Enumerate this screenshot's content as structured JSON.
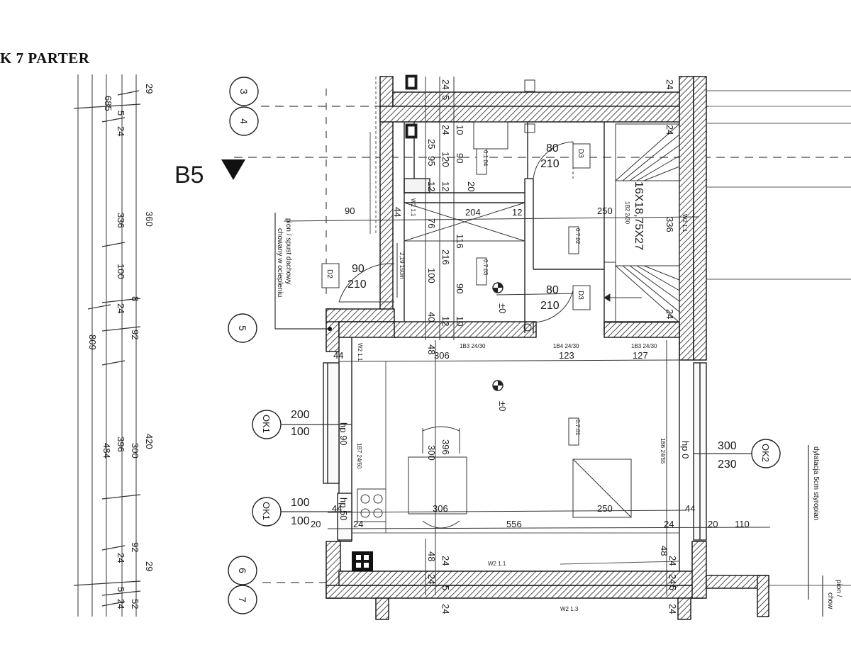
{
  "title": "K 7 PARTER",
  "section": {
    "label": "B5"
  },
  "axes": [
    "3",
    "4",
    "5",
    "6",
    "7"
  ],
  "room_tags": {
    "r104": "0.1.04",
    "r702": "0.7.02",
    "r703": "0.7.03",
    "r701": "0.7.01"
  },
  "door_tags": {
    "d3a": "D3",
    "d3b": "D3",
    "d2": "D2"
  },
  "window_tags": {
    "ok1a": "OK1",
    "ok1b": "OK1",
    "ok2": "OK2"
  },
  "openings": {
    "d3a": [
      "80",
      "210"
    ],
    "d3b": [
      "80",
      "210"
    ],
    "d2": [
      "90",
      "210"
    ],
    "ok1a": [
      "200",
      "100"
    ],
    "ok1b": [
      "100",
      "100"
    ],
    "ok2": [
      "300",
      "230"
    ]
  },
  "levels": {
    "a": "±0",
    "b": "±0"
  },
  "stairs": {
    "spec": "16X18,75X27"
  },
  "notes": {
    "pion_line1": "pion / spust dachowy",
    "pion_line2": "chowany w ociepleniu",
    "dylatacja": "dylatacja 5cm styropian",
    "pion_right_line1": "pion /",
    "pion_right_line2": "chow",
    "hp90": "hp 90",
    "hp0": "hp 0",
    "hp50": "hp 50"
  },
  "walls": {
    "w2_1": "W2 1.1",
    "w2_1b": "W2 1.1",
    "w2_1c": "W2 1.1",
    "w2_1d": "W2 1.1",
    "w2_13": "W2 1.3"
  },
  "lintels": {
    "a": "1B3 24/30",
    "b": "1B4 24/30",
    "c": "1B3 24/30",
    "d": "1B7 24/60",
    "e": "1B6 24/55",
    "f": "2,19 150m",
    "g": "1B2 2/30"
  },
  "dims_left": [
    "29",
    "685",
    "5",
    "24",
    "360",
    "336",
    "100",
    "8",
    "24",
    "92",
    "809",
    "420",
    "484",
    "300",
    "396",
    "24",
    "92",
    "29",
    "5",
    "24",
    "52"
  ],
  "dims_plan": {
    "w90": "90",
    "w44": "44",
    "w204": "204",
    "w12": "12",
    "w250": "250",
    "w76": "76",
    "w116": "116",
    "w216": "216",
    "w100": "100",
    "w90b": "90",
    "w40": "40",
    "w12b": "12",
    "w10": "10",
    "w44b": "44",
    "w48": "48",
    "w306": "306",
    "w123": "123",
    "w127": "127",
    "w396": "396",
    "w300": "300",
    "w306b": "306",
    "w250b": "250",
    "w44c": "44",
    "w44d": "44",
    "w20": "20",
    "w24": "24",
    "w556": "556",
    "w24b": "24",
    "w20b": "20",
    "w110": "110",
    "w48b": "48",
    "w24c": "24",
    "w48c": "48",
    "w24d": "24",
    "w25": "25",
    "w95": "95",
    "w120": "120",
    "w90c": "90",
    "w20c": "20",
    "w12c": "12",
    "w12d": "12",
    "w24e": "24",
    "w5": "5",
    "w10b": "10",
    "w24f": "24",
    "w24g": "24",
    "w336": "336",
    "w24h": "24",
    "w24i": "24",
    "w24j": "24",
    "w5b": "5",
    "w24k": "24",
    "w24l": "24",
    "w5c": "5",
    "w24m": "24"
  }
}
